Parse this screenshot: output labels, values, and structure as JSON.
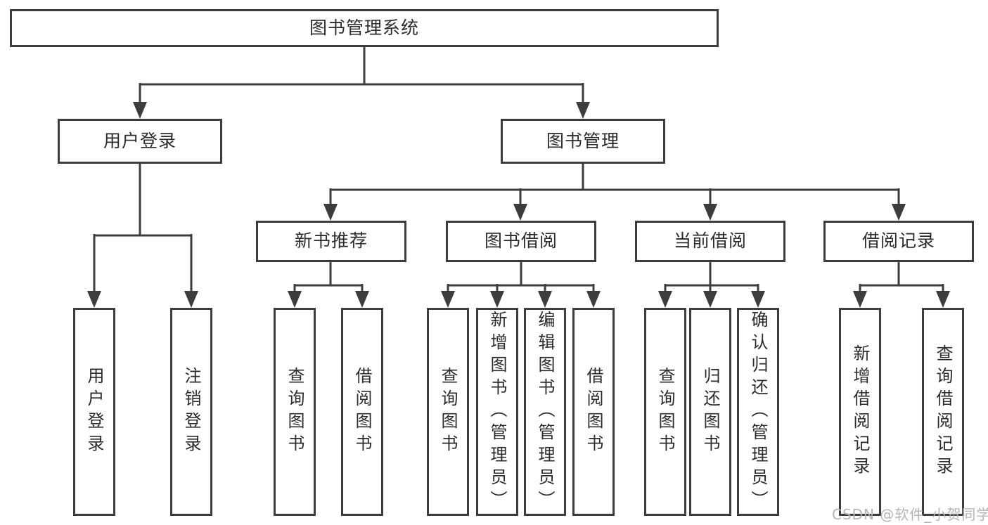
{
  "diagram": {
    "type": "hierarchy-functional-structure",
    "root": {
      "label": "图书管理系统"
    },
    "branches": [
      {
        "label": "用户登录",
        "children": [
          {
            "label": "用户登录"
          },
          {
            "label": "注销登录"
          }
        ]
      },
      {
        "label": "图书管理",
        "children": [
          {
            "label": "新书推荐",
            "children": [
              {
                "label": "查询图书"
              },
              {
                "label": "借阅图书"
              }
            ]
          },
          {
            "label": "图书借阅",
            "children": [
              {
                "label": "查询图书"
              },
              {
                "label": "新增图书（管理员）"
              },
              {
                "label": "编辑图书（管理员）"
              },
              {
                "label": "借阅图书"
              }
            ]
          },
          {
            "label": "当前借阅",
            "children": [
              {
                "label": "查询图书"
              },
              {
                "label": "归还图书"
              },
              {
                "label": "确认归还（管理员）"
              }
            ]
          },
          {
            "label": "借阅记录",
            "children": [
              {
                "label": "新增借阅记录"
              },
              {
                "label": "查询借阅记录"
              }
            ]
          }
        ]
      }
    ]
  },
  "watermark": {
    "text": "CSDN @软件_小贺同学"
  },
  "colors": {
    "line": "#3d3d3d",
    "text": "#2b2b2b",
    "watermark": "#b5b5b5",
    "background": "#ffffff"
  }
}
